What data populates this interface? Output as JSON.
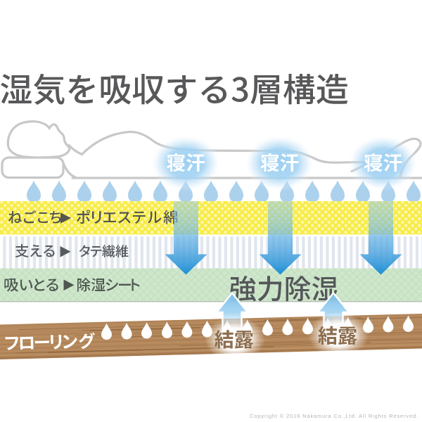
{
  "page": {
    "background": "#ffffff"
  },
  "title": {
    "text": "湿気を吸収する3層構造",
    "color": "#58585a"
  },
  "sleeper": {
    "icon": "sleeping-person-icon",
    "sweat_badges": [
      {
        "text": "寝汗"
      },
      {
        "text": "寝汗"
      },
      {
        "text": "寝汗"
      }
    ],
    "badge_text_color": "#ffffff",
    "badge_glow_color": "#9fd0f2"
  },
  "moisture_drops": {
    "count": 16,
    "color": "#abd1ed"
  },
  "layers": [
    {
      "feature": "ねごこち",
      "separator": "▶",
      "material": "ポリエステル綿",
      "fill": "#f8ec45",
      "pattern": "polka-dots",
      "text_color": "#55564f"
    },
    {
      "feature": "支える",
      "separator": "▶",
      "material": "タテ繊維",
      "fill": "#ffffff",
      "pattern": "vertical-stripes",
      "text_color": "#565b60"
    },
    {
      "feature": "吸いとる",
      "separator": "▶",
      "material": "除湿シート",
      "fill": "#cfe7cb",
      "pattern": "diagonal-lattice",
      "text_color": "#4f5850"
    }
  ],
  "absorption": {
    "label": "強力除湿",
    "color": "#55575a",
    "down_arrow_count": 3,
    "arrow_color": "#2e96d8"
  },
  "floor": {
    "label": "フローリング",
    "label_color": "#ffffff",
    "wood_color": "#b4885c",
    "condensation_badges": [
      {
        "text": "結露"
      },
      {
        "text": "結露"
      }
    ],
    "condensation_text_color": "#8d6e4f",
    "floor_drop_count": 16,
    "floor_drop_color": "#ffffff",
    "up_arrow_count": 2,
    "up_arrow_color": "#7fc2ec"
  },
  "footer": {
    "copyright": "Copyright © 2016 Nakamura Co.,Ltd. All Rights Reserved.",
    "color": "#b3b3b4"
  }
}
